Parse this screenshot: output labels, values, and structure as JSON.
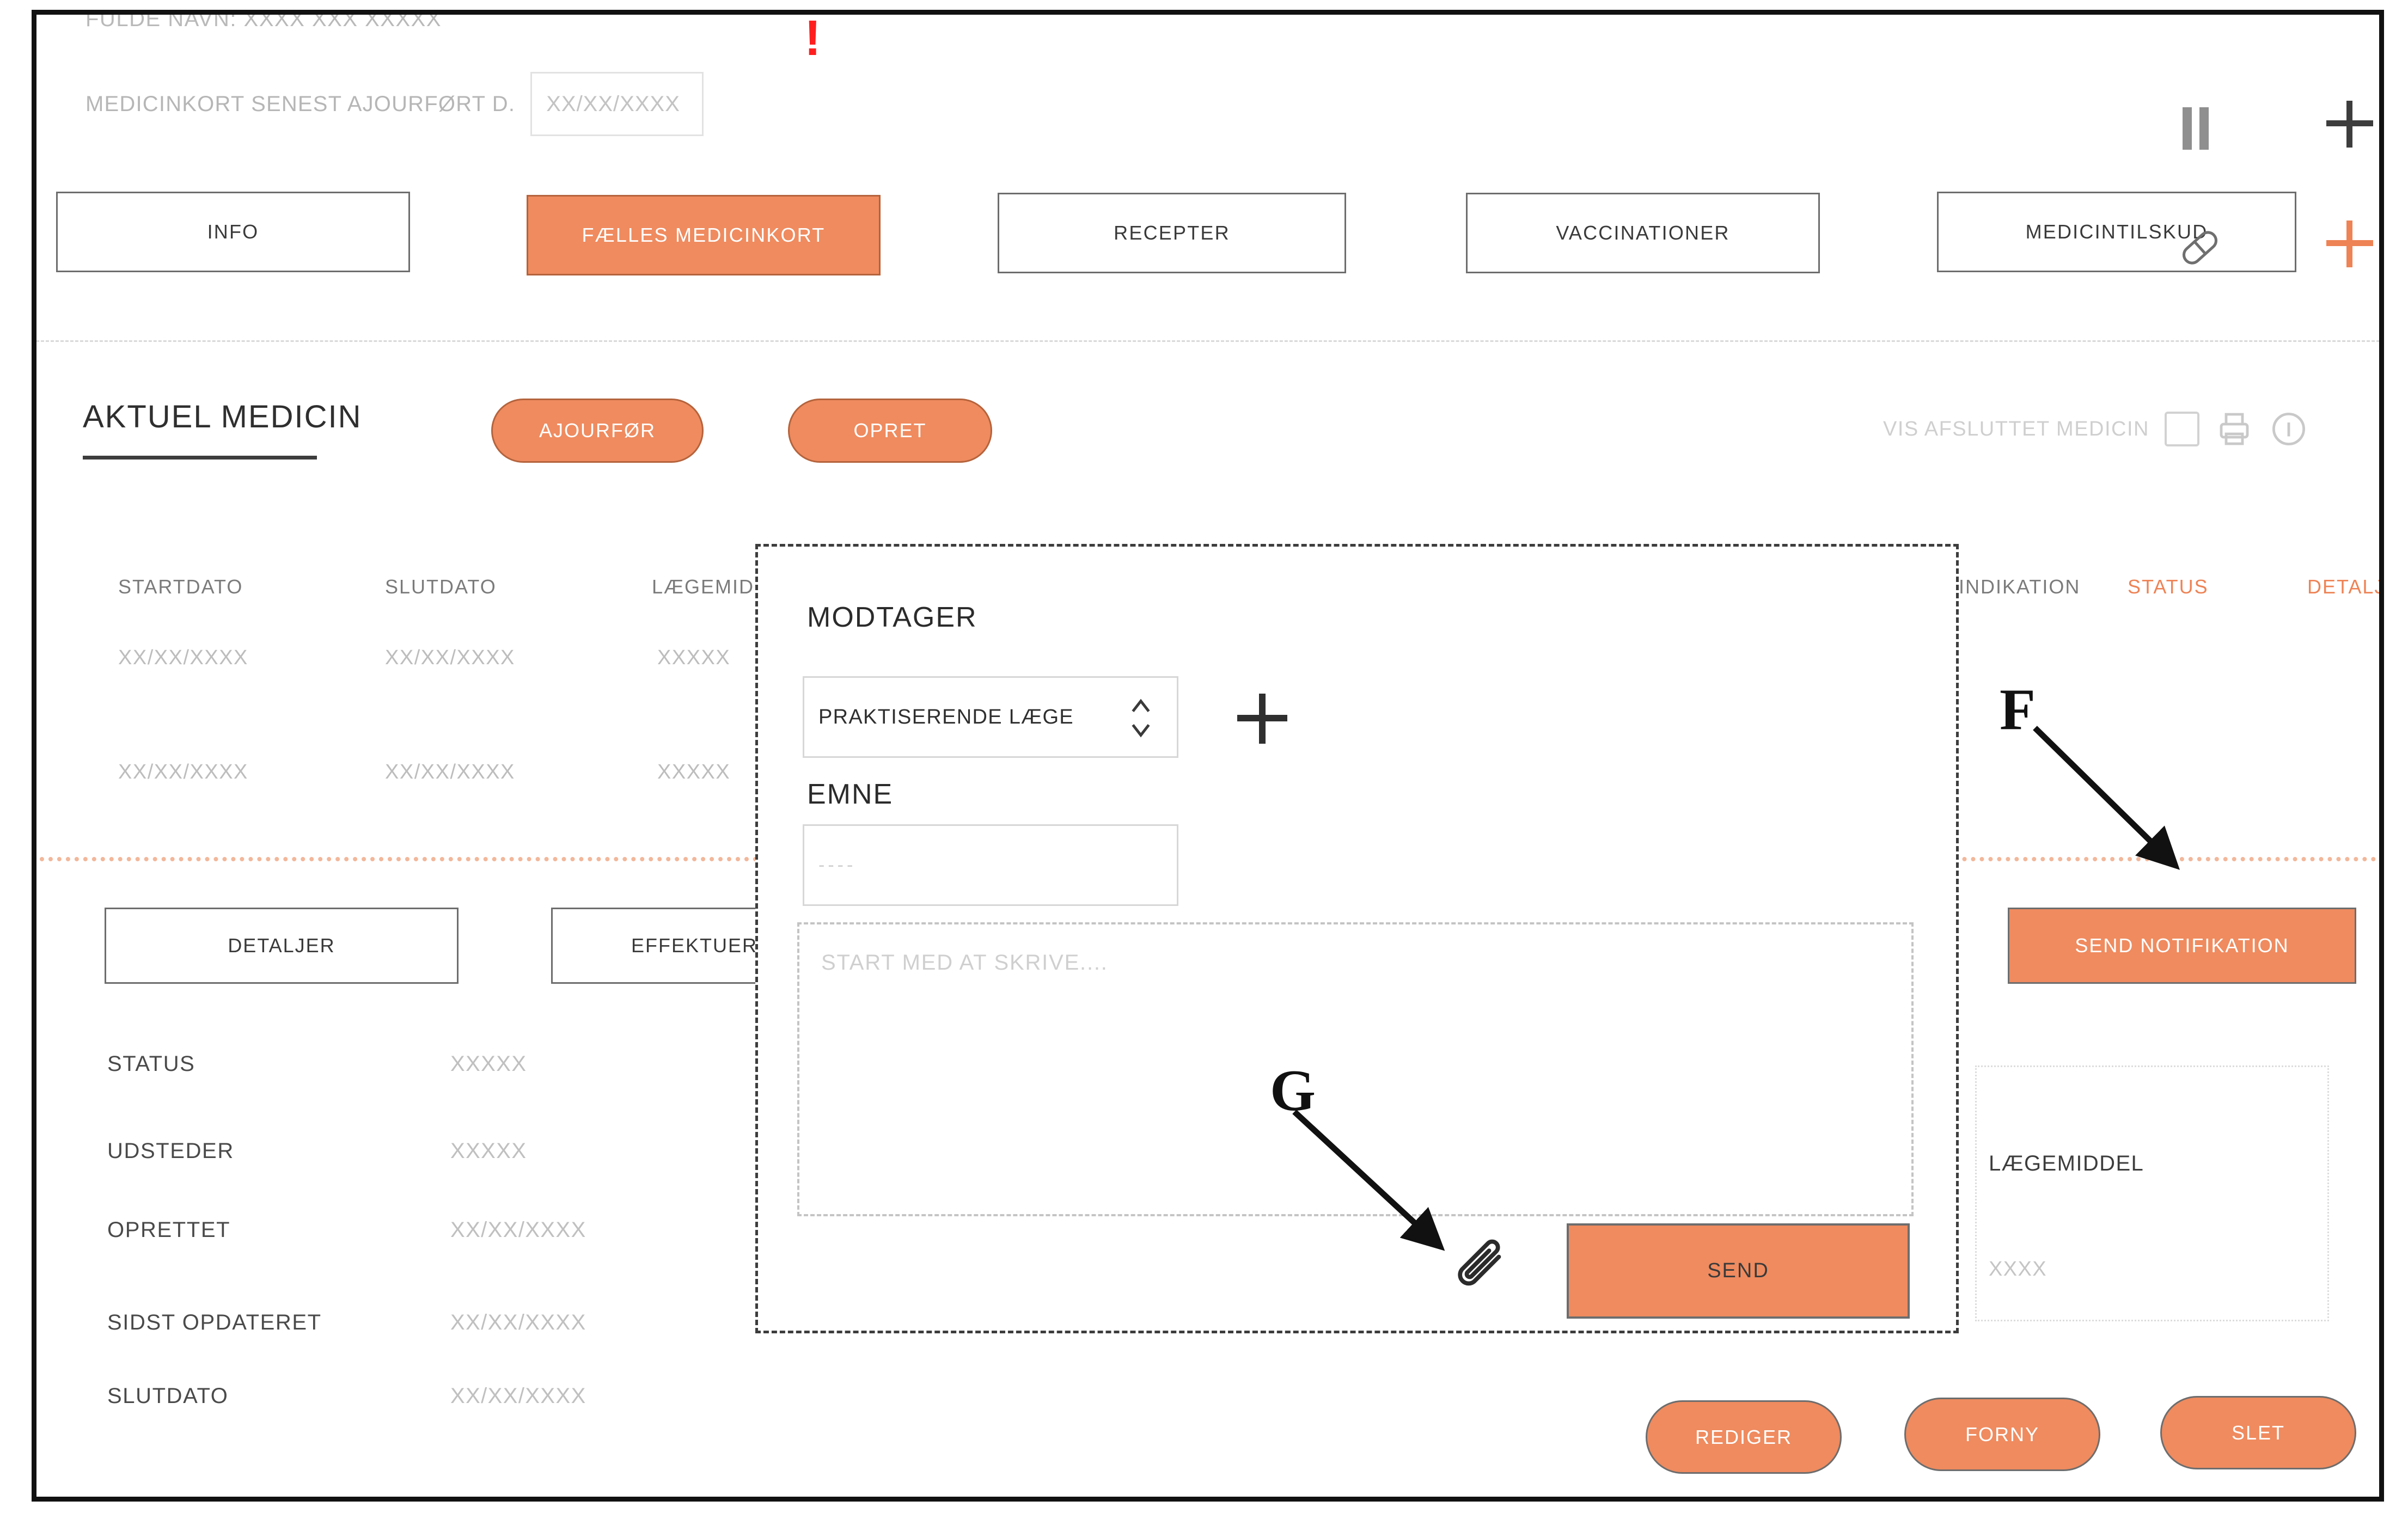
{
  "header": {
    "patient_name_line": "FULDE NAVN: XXXX XXX XXXXX",
    "updated_label": "MEDICINKORT SENEST AJOURFØRT D.",
    "updated_value": "XX/XX/XXXX",
    "warning_mark": "!"
  },
  "tabs": [
    {
      "label": "INFO",
      "active": false
    },
    {
      "label": "FÆLLES MEDICINKORT",
      "active": true
    },
    {
      "label": "RECEPTER",
      "active": false
    },
    {
      "label": "VACCINATIONER",
      "active": false
    },
    {
      "label": "MEDICINTILSKUD",
      "active": false
    }
  ],
  "section": {
    "title": "AKTUEL MEDICIN",
    "ajourfor_label": "AJOURFØR",
    "opret_label": "OPRET",
    "vis_afsluttet_label": "VIS AFSLUTTET MEDICIN"
  },
  "table": {
    "columns": [
      "STARTDATO",
      "SLUTDATO",
      "LÆGEMIDDEL",
      "INDIKATION",
      "STATUS",
      "DETALJER"
    ],
    "rows": [
      {
        "startdato": "XX/XX/XXXX",
        "slutdato": "XX/XX/XXXX",
        "laegemiddel": "XXXXX"
      },
      {
        "startdato": "XX/XX/XXXX",
        "slutdato": "XX/XX/XXXX",
        "laegemiddel": "XXXXX"
      }
    ]
  },
  "detail_actions": {
    "detaljer_label": "DETALJER",
    "effektueringer_label": "EFFEKTUERINGER",
    "send_notifikation_label": "SEND NOTIFIKATION"
  },
  "details": [
    {
      "label": "STATUS",
      "value": "XXXXX"
    },
    {
      "label": "UDSTEDER",
      "value": "XXXXX"
    },
    {
      "label": "OPRETTET",
      "value": "XX/XX/XXXX"
    },
    {
      "label": "SIDST OPDATERET",
      "value": "XX/XX/XXXX"
    },
    {
      "label": "SLUTDATO",
      "value": "XX/XX/XXXX"
    }
  ],
  "bg_card": {
    "title": "LÆGEMIDDEL",
    "value": "XXXX"
  },
  "bottom_buttons": {
    "rediger_label": "REDIGER",
    "forny_label": "FORNY",
    "slet_label": "SLET"
  },
  "modal": {
    "modtager_label": "MODTAGER",
    "modtager_value": "PRAKTISERENDE LÆGE",
    "emne_label": "EMNE",
    "emne_value": "----",
    "message_placeholder": "START MED AT SKRIVE....",
    "send_label": "SEND"
  },
  "annotations": [
    {
      "letter": "F"
    },
    {
      "letter": "G"
    }
  ],
  "colors": {
    "accent_orange": "#ef8b5f",
    "accent_orange_text": "#ee8355",
    "divider_orange": "#f2b79a",
    "warning_red": "#ff1f1f",
    "muted_grey": "#bdbdbd",
    "dark_text": "#2f2f2f"
  }
}
